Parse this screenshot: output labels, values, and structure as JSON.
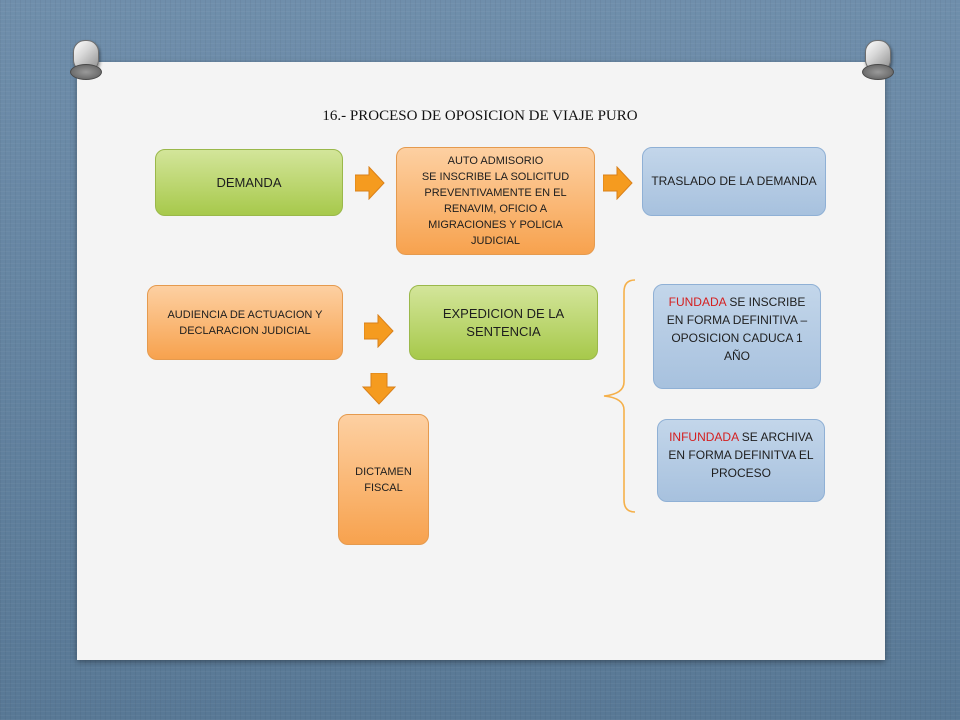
{
  "title": "16.- PROCESO DE OPOSICION DE VIAJE PURO",
  "colors": {
    "green": "#a7c94b",
    "orange": "#f7a24e",
    "blue": "#a7c1de",
    "arrow": "#f59b1f",
    "bracket": "#f5b04a",
    "highlight": "#d42020"
  },
  "nodes": {
    "demanda": "DEMANDA",
    "auto_admisorio": "AUTO ADMISORIO\nSE INSCRIBE LA SOLICITUD PREVENTIVAMENTE EN EL RENAVIM, OFICIO A MIGRACIONES Y POLICIA JUDICIAL",
    "traslado": "TRASLADO  DE LA DEMANDA",
    "audiencia": "AUDIENCIA DE ACTUACION Y DECLARACION JUDICIAL",
    "expedicion": "EXPEDICION DE LA SENTENCIA",
    "dictamen": "DICTAMEN FISCAL",
    "fundada_keyword": "FUNDADA",
    "fundada_rest": " SE INSCRIBE EN FORMA DEFINITIVA – OPOSICION CADUCA 1 AÑO",
    "infundada_keyword": "INFUNDADA",
    "infundada_rest": " SE ARCHIVA EN FORMA DEFINITVA EL PROCESO"
  }
}
